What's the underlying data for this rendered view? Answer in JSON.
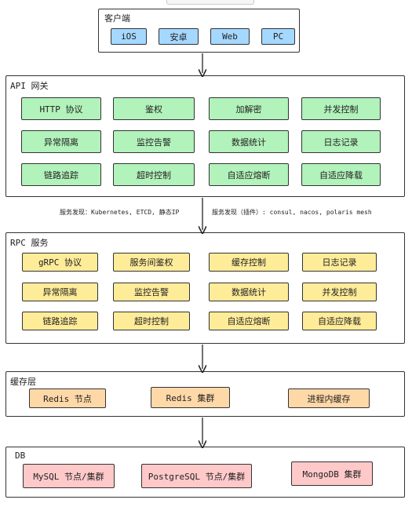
{
  "client": {
    "title": "客户端",
    "items": [
      "iOS",
      "安卓",
      "Web",
      "PC"
    ]
  },
  "gateway": {
    "title": "API 网关",
    "rows": [
      [
        "HTTP 协议",
        "鉴权",
        "加解密",
        "并发控制"
      ],
      [
        "异常隔离",
        "监控告警",
        "数据统计",
        "日志记录"
      ],
      [
        "链路追踪",
        "超时控制",
        "自适应熔断",
        "自适应降载"
      ]
    ]
  },
  "discovery": {
    "left": "服务发现：Kubernetes, ETCD, 静态IP",
    "right": "服务发现（插件）: consul, nacos, polaris mesh"
  },
  "rpc": {
    "title": "RPC 服务",
    "rows": [
      [
        "gRPC 协议",
        "服务间鉴权",
        "缓存控制",
        "日志记录"
      ],
      [
        "异常隔离",
        "监控告警",
        "数据统计",
        "并发控制"
      ],
      [
        "链路追踪",
        "超时控制",
        "自适应熔断",
        "自适应降载"
      ]
    ]
  },
  "cache": {
    "title": "缓存层",
    "items": [
      "Redis 节点",
      "Redis 集群",
      "进程内缓存"
    ]
  },
  "db": {
    "title": "DB",
    "items": [
      "MySQL 节点/集群",
      "PostgreSQL 节点/集群",
      "MongoDB 集群"
    ]
  },
  "colors": {
    "client": "#a5d8ff",
    "gateway": "#b2f2bb",
    "rpc": "#ffec99",
    "cache": "#ffd8a8",
    "db": "#ffc9c9"
  }
}
